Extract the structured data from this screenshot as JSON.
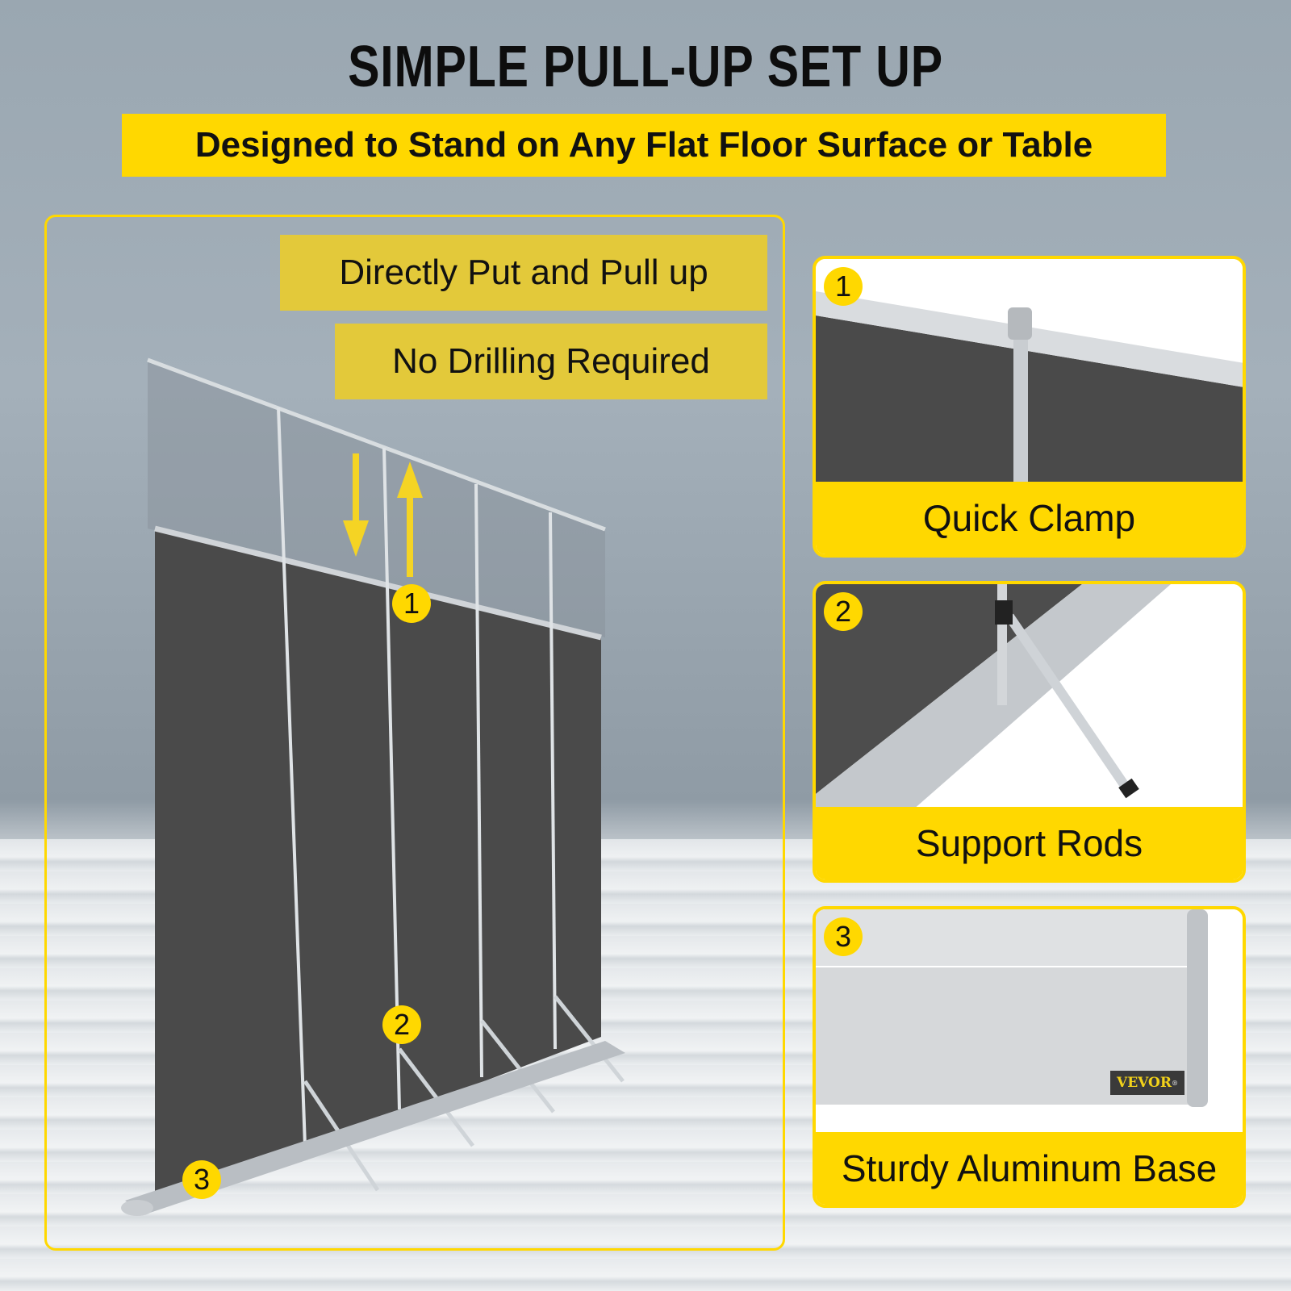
{
  "header": {
    "title": "SIMPLE PULL-UP SET UP",
    "subtitle": "Designed to Stand on Any Flat Floor Surface or Table"
  },
  "main_panel": {
    "tags": [
      "Directly Put and Pull up",
      "No Drilling Required"
    ],
    "badges": [
      "1",
      "2",
      "3"
    ],
    "icons": {
      "arrow_down": "arrow-down-icon",
      "arrow_up": "arrow-up-icon"
    }
  },
  "features": [
    {
      "number": "1",
      "label": "Quick Clamp"
    },
    {
      "number": "2",
      "label": "Support Rods"
    },
    {
      "number": "3",
      "label": "Sturdy Aluminum Base"
    }
  ],
  "brand": {
    "logo_text": "VEVOR",
    "registered": "®"
  },
  "colors": {
    "accent_yellow": "#ffd800",
    "tag_yellow": "#e3c93a",
    "banner_fabric": "#4a4a4a",
    "background": "#9aa7b1"
  }
}
